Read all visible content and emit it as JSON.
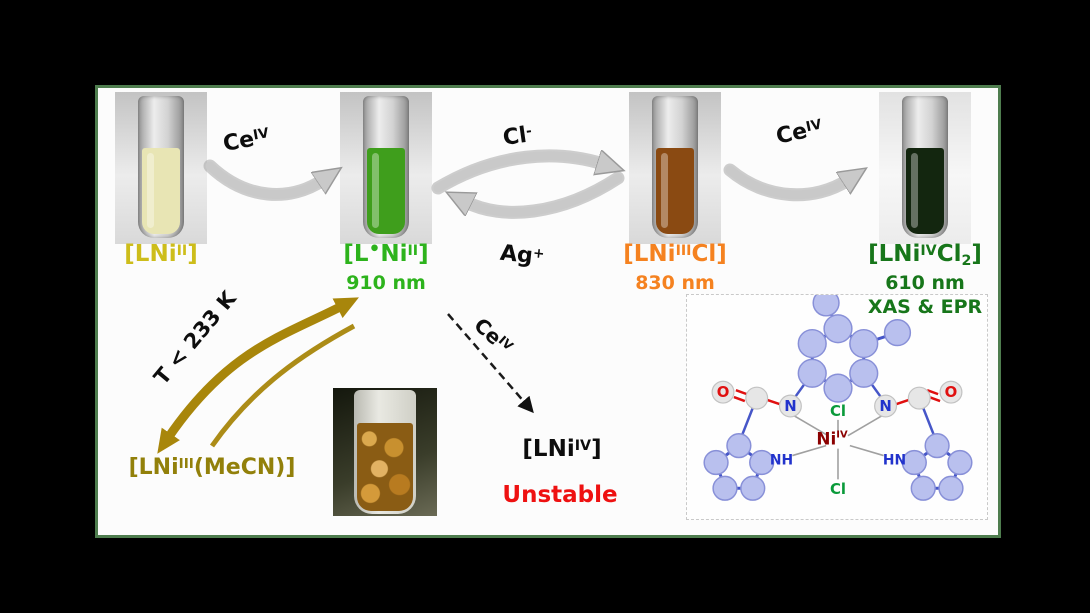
{
  "colors": {
    "panel_border": "#4e7d4e",
    "label_yellow": "#cdbd1a",
    "label_green": "#2db31c",
    "label_orange": "#f58220",
    "label_dark_green": "#17761a",
    "label_olive": "#92800a",
    "label_red": "#ee1111",
    "label_black": "#0d0d0d",
    "arrow_gray": "#c9c9c9",
    "arrow_gold": "#a8860b",
    "liquid_pale_yellow": "#e8e5b4",
    "liquid_green": "#3f9e1c",
    "liquid_brown": "#8a4a12",
    "liquid_dark_green": "#13260f",
    "structure_carbon_blue": "#b9c0ee",
    "structure_bond_blue": "#4656c8",
    "structure_oxygen_red": "#e01010",
    "structure_nickel_red": "#8b0000",
    "structure_chloride_green": "#0a9a3a",
    "structure_nitrogen_blue": "#2233cc"
  },
  "arrows": {
    "ce_step1": {
      "base": "Ce",
      "sup": "IV"
    },
    "chloride": {
      "base": "Cl",
      "sup": "-"
    },
    "silver": {
      "base": "Ag",
      "sup": "+"
    },
    "ce_step2": {
      "base": "Ce",
      "sup": "IV"
    },
    "ce_dashed": {
      "base": "Ce",
      "sup": "IV"
    },
    "temperature": "T < 233 K"
  },
  "species": {
    "lni2": {
      "p1": "[LNi",
      "sup1": "II",
      "p2": "]"
    },
    "radical": {
      "p1": "[L",
      "rad": "•",
      "p2": "Ni",
      "sup1": "II",
      "p3": "]",
      "wavelength": "910 nm"
    },
    "lni3cl": {
      "p1": "[LNi",
      "sup1": "III",
      "p2": "Cl]",
      "wavelength": "830 nm"
    },
    "lni4cl2": {
      "p1": "[LNi",
      "sup1": "IV",
      "p2": "Cl",
      "sub1": "2",
      "p3": "]",
      "wavelength": "610 nm",
      "methods": "XAS & EPR"
    },
    "lni3mecn": {
      "p1": "[LNi",
      "sup1": "III",
      "p2": "(MeCN)]"
    },
    "lni4": {
      "p1": "[LNi",
      "sup1": "IV",
      "p2": "]",
      "status": "Unstable"
    }
  },
  "structure": {
    "o_left": "O",
    "o_right": "O",
    "n_left": "N",
    "n_right": "N",
    "cl_top": "Cl",
    "cl_bottom": "Cl",
    "ni": {
      "base": "Ni",
      "sup": "IV"
    },
    "nh_left": "NH",
    "nh_right": "HN"
  }
}
